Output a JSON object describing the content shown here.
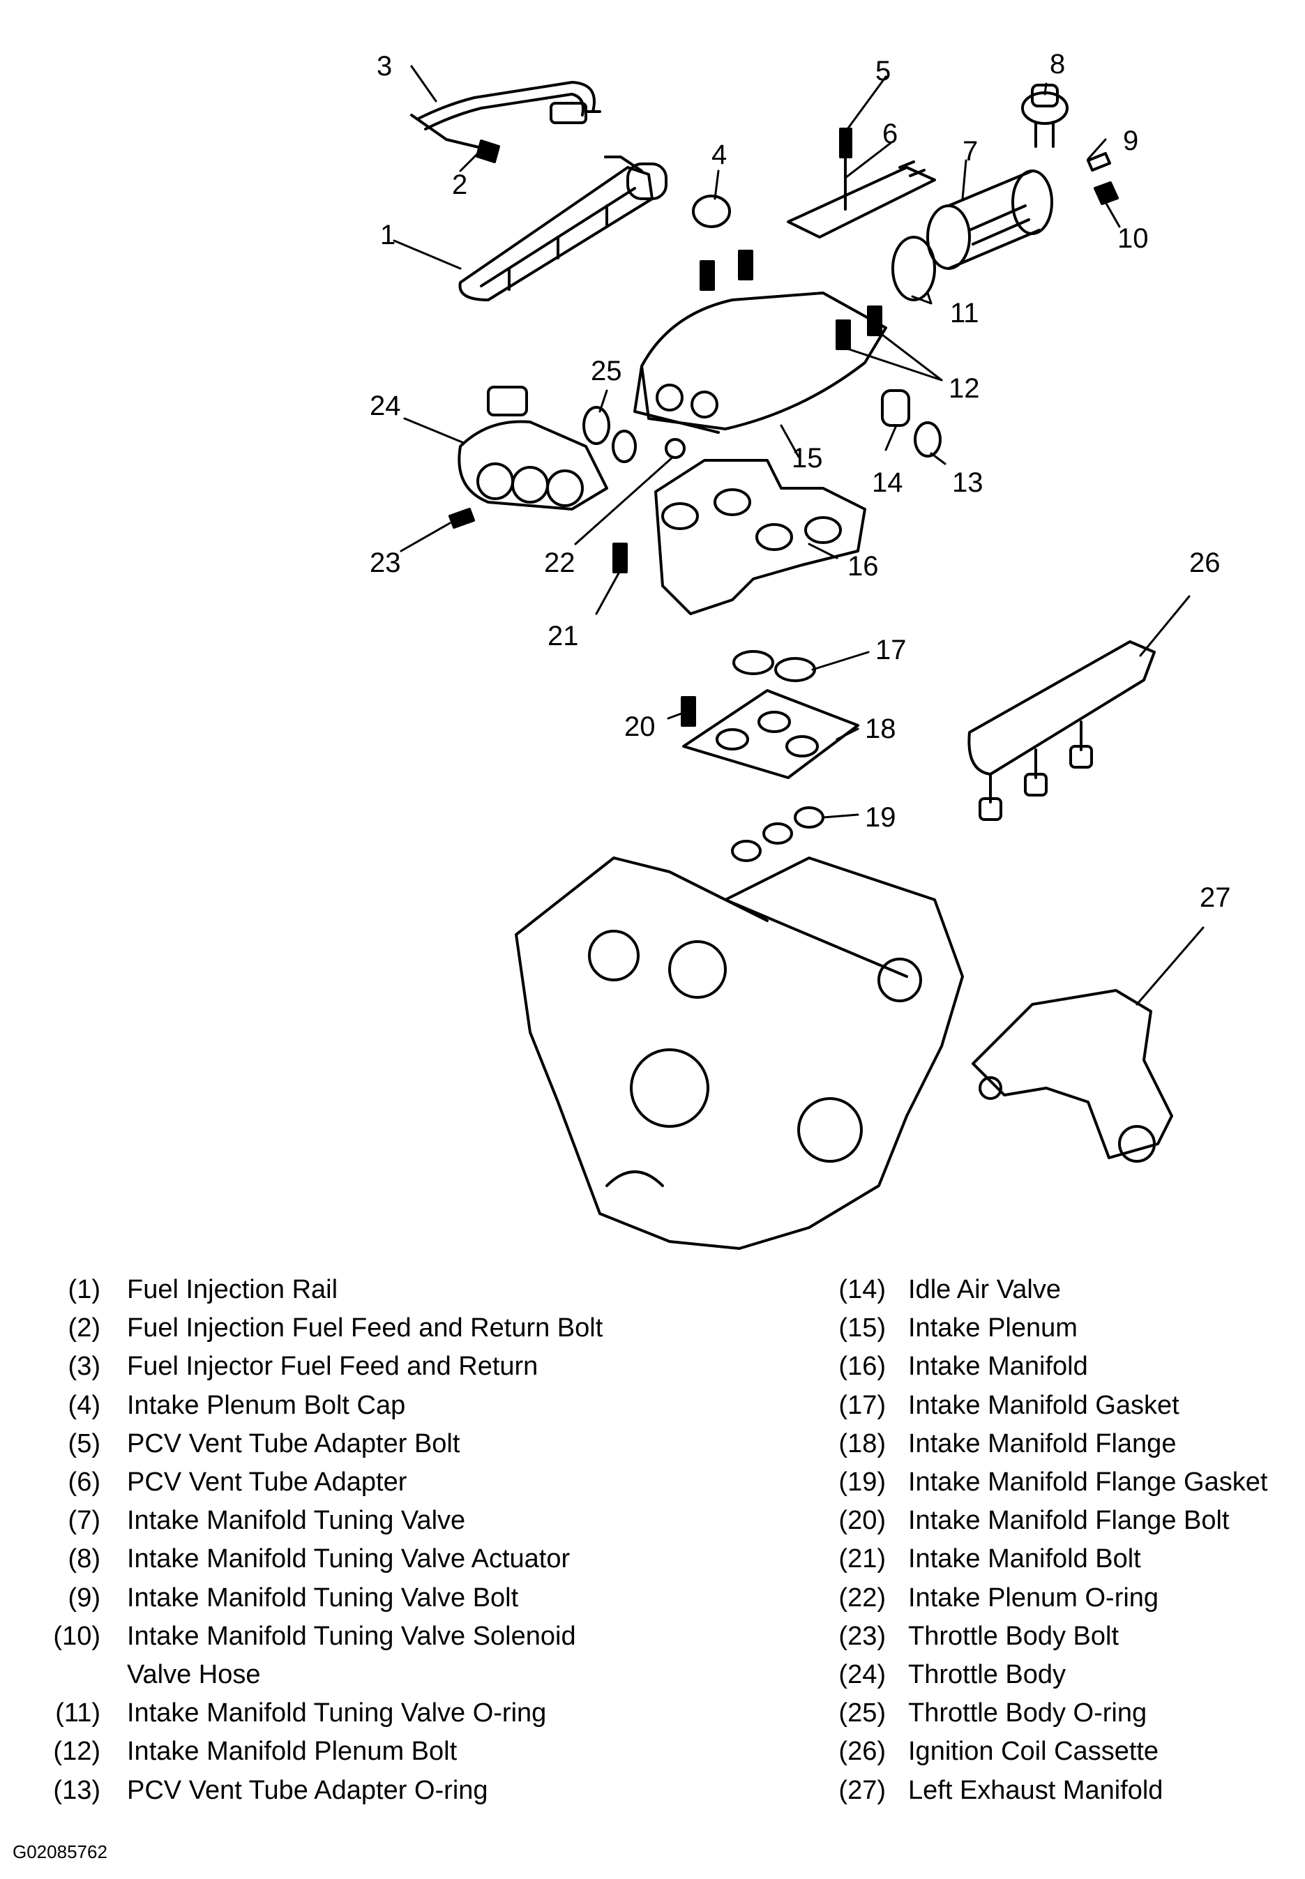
{
  "callouts": [
    "1",
    "2",
    "3",
    "4",
    "5",
    "6",
    "7",
    "8",
    "9",
    "10",
    "11",
    "12",
    "13",
    "14",
    "15",
    "16",
    "17",
    "18",
    "19",
    "20",
    "21",
    "22",
    "23",
    "24",
    "25",
    "26",
    "27"
  ],
  "legend_left": [
    {
      "num": "(1)",
      "text": "Fuel Injection Rail"
    },
    {
      "num": "(2)",
      "text": "Fuel Injection Fuel Feed and Return Bolt"
    },
    {
      "num": "(3)",
      "text": "Fuel Injector Fuel Feed and Return"
    },
    {
      "num": "(4)",
      "text": "Intake Plenum Bolt Cap"
    },
    {
      "num": "(5)",
      "text": "PCV Vent Tube Adapter Bolt"
    },
    {
      "num": "(6)",
      "text": "PCV Vent Tube Adapter"
    },
    {
      "num": "(7)",
      "text": "Intake Manifold Tuning Valve"
    },
    {
      "num": "(8)",
      "text": "Intake Manifold Tuning Valve Actuator"
    },
    {
      "num": "(9)",
      "text": "Intake Manifold Tuning Valve Bolt"
    },
    {
      "num": "(10)",
      "text": "Intake Manifold Tuning Valve Solenoid\nValve Hose"
    },
    {
      "num": "(11)",
      "text": "Intake Manifold Tuning Valve O-ring"
    },
    {
      "num": "(12)",
      "text": "Intake Manifold Plenum Bolt"
    },
    {
      "num": "(13)",
      "text": "PCV Vent Tube Adapter O-ring"
    }
  ],
  "legend_right": [
    {
      "num": "(14)",
      "text": "Idle Air Valve"
    },
    {
      "num": "(15)",
      "text": "Intake Plenum"
    },
    {
      "num": "(16)",
      "text": "Intake Manifold"
    },
    {
      "num": "(17)",
      "text": "Intake Manifold Gasket"
    },
    {
      "num": "(18)",
      "text": "Intake Manifold Flange"
    },
    {
      "num": "(19)",
      "text": "Intake Manifold Flange Gasket"
    },
    {
      "num": "(20)",
      "text": "Intake Manifold Flange Bolt"
    },
    {
      "num": "(21)",
      "text": "Intake Manifold Bolt"
    },
    {
      "num": "(22)",
      "text": "Intake Plenum O-ring"
    },
    {
      "num": "(23)",
      "text": "Throttle Body Bolt"
    },
    {
      "num": "(24)",
      "text": "Throttle Body"
    },
    {
      "num": "(25)",
      "text": "Throttle Body O-ring"
    },
    {
      "num": "(26)",
      "text": "Ignition Coil Cassette"
    },
    {
      "num": "(27)",
      "text": "Left Exhaust Manifold"
    }
  ],
  "figure_id": "G02085762"
}
